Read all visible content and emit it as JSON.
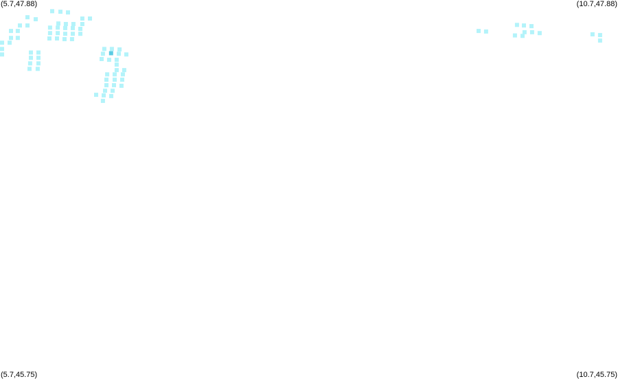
{
  "map": {
    "corner_labels": {
      "top_left": "(5.7,47.88)",
      "top_right": "(10.7,47.88)",
      "bottom_left": "(5.7,45.75)",
      "bottom_right": "(10.7,45.75)"
    },
    "extent": {
      "lon_min": 5.7,
      "lon_max": 10.7,
      "lat_min": 45.75,
      "lat_max": 47.88
    },
    "colors": {
      "cell": "#b3f3fa",
      "highlight": "#5bcbe3",
      "background": "#ffffff"
    },
    "highlight_cell": [
      6.599,
      47.581
    ],
    "cells": [
      [
        5.922,
        47.783
      ],
      [
        5.989,
        47.772
      ],
      [
        5.861,
        47.737
      ],
      [
        5.922,
        47.737
      ],
      [
        5.789,
        47.706
      ],
      [
        5.844,
        47.706
      ],
      [
        5.789,
        47.667
      ],
      [
        5.844,
        47.667
      ],
      [
        5.711,
        47.64
      ],
      [
        5.778,
        47.64
      ],
      [
        5.7,
        47.605
      ],
      [
        5.7,
        47.574
      ],
      [
        6.122,
        47.817
      ],
      [
        6.189,
        47.814
      ],
      [
        6.25,
        47.81
      ],
      [
        6.366,
        47.776
      ],
      [
        6.428,
        47.776
      ],
      [
        6.172,
        47.748
      ],
      [
        6.233,
        47.745
      ],
      [
        6.294,
        47.745
      ],
      [
        6.366,
        47.745
      ],
      [
        6.105,
        47.725
      ],
      [
        6.167,
        47.725
      ],
      [
        6.228,
        47.722
      ],
      [
        6.289,
        47.722
      ],
      [
        6.35,
        47.718
      ],
      [
        6.105,
        47.694
      ],
      [
        6.167,
        47.694
      ],
      [
        6.228,
        47.69
      ],
      [
        6.289,
        47.69
      ],
      [
        6.35,
        47.69
      ],
      [
        6.1,
        47.664
      ],
      [
        6.161,
        47.664
      ],
      [
        6.222,
        47.66
      ],
      [
        6.283,
        47.66
      ],
      [
        6.544,
        47.605
      ],
      [
        6.605,
        47.605
      ],
      [
        6.667,
        47.602
      ],
      [
        6.533,
        47.578
      ],
      [
        6.599,
        47.581
      ],
      [
        6.661,
        47.578
      ],
      [
        6.722,
        47.574
      ],
      [
        6.522,
        47.548
      ],
      [
        6.583,
        47.544
      ],
      [
        6.644,
        47.544
      ],
      [
        5.95,
        47.585
      ],
      [
        6.011,
        47.585
      ],
      [
        5.95,
        47.555
      ],
      [
        6.011,
        47.555
      ],
      [
        5.944,
        47.524
      ],
      [
        6.011,
        47.524
      ],
      [
        5.939,
        47.493
      ],
      [
        6.005,
        47.493
      ],
      [
        6.644,
        47.517
      ],
      [
        6.644,
        47.486
      ],
      [
        6.705,
        47.486
      ],
      [
        6.567,
        47.462
      ],
      [
        6.628,
        47.462
      ],
      [
        6.694,
        47.462
      ],
      [
        6.561,
        47.432
      ],
      [
        6.628,
        47.432
      ],
      [
        6.689,
        47.432
      ],
      [
        6.561,
        47.401
      ],
      [
        6.622,
        47.401
      ],
      [
        6.683,
        47.398
      ],
      [
        6.55,
        47.37
      ],
      [
        6.611,
        47.37
      ],
      [
        6.478,
        47.347
      ],
      [
        6.539,
        47.344
      ],
      [
        6.6,
        47.34
      ],
      [
        6.533,
        47.313
      ],
      [
        9.572,
        47.706
      ],
      [
        9.633,
        47.703
      ],
      [
        9.883,
        47.74
      ],
      [
        9.939,
        47.737
      ],
      [
        10.0,
        47.733
      ],
      [
        9.944,
        47.699
      ],
      [
        10.005,
        47.699
      ],
      [
        10.066,
        47.694
      ],
      [
        9.866,
        47.681
      ],
      [
        9.928,
        47.678
      ],
      [
        10.494,
        47.687
      ],
      [
        10.555,
        47.683
      ],
      [
        10.555,
        47.652
      ]
    ]
  }
}
